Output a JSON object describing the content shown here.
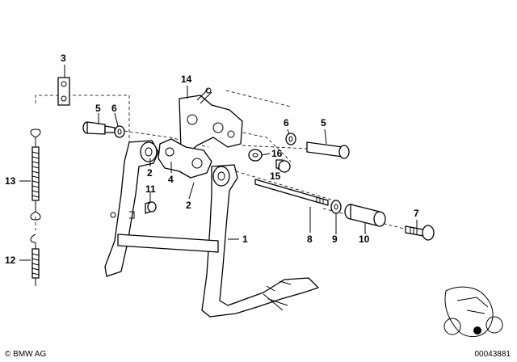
{
  "labels": {
    "p1": "1",
    "p2a": "2",
    "p2b": "2",
    "p3": "3",
    "p4": "4",
    "p5a": "5",
    "p5b": "5",
    "p6a": "6",
    "p6b": "6",
    "p7": "7",
    "p8": "8",
    "p9": "9",
    "p10": "10",
    "p11": "11",
    "p12": "12",
    "p13": "13",
    "p14": "14",
    "p15": "15",
    "p16": "16"
  },
  "footer": {
    "copyright": "© BMW AG",
    "diagram_id": "00043881"
  }
}
